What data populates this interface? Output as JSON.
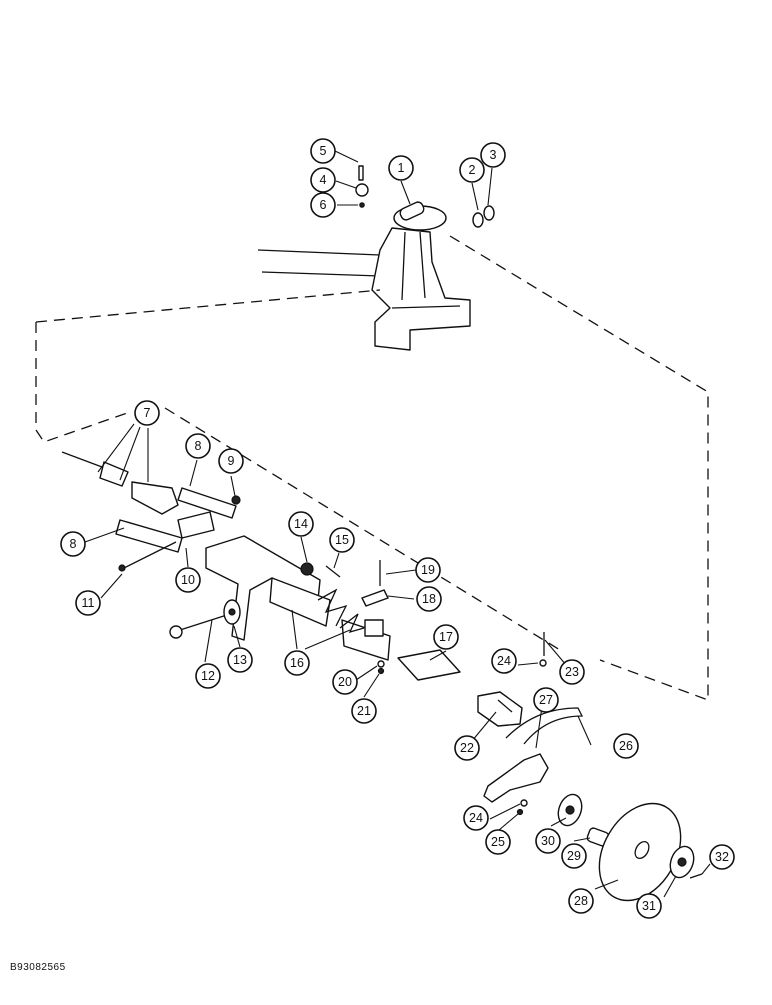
{
  "drawing_code": "B93082565",
  "callouts": [
    {
      "label": "1"
    },
    {
      "label": "2"
    },
    {
      "label": "3"
    },
    {
      "label": "4"
    },
    {
      "label": "5"
    },
    {
      "label": "6"
    },
    {
      "label": "7"
    },
    {
      "label": "8"
    },
    {
      "label": "8"
    },
    {
      "label": "9"
    },
    {
      "label": "10"
    },
    {
      "label": "11"
    },
    {
      "label": "12"
    },
    {
      "label": "13"
    },
    {
      "label": "14"
    },
    {
      "label": "15"
    },
    {
      "label": "16"
    },
    {
      "label": "17"
    },
    {
      "label": "18"
    },
    {
      "label": "19"
    },
    {
      "label": "20"
    },
    {
      "label": "21"
    },
    {
      "label": "22"
    },
    {
      "label": "23"
    },
    {
      "label": "24"
    },
    {
      "label": "24"
    },
    {
      "label": "25"
    },
    {
      "label": "26"
    },
    {
      "label": "27"
    },
    {
      "label": "28"
    },
    {
      "label": "29"
    },
    {
      "label": "30"
    },
    {
      "label": "31"
    },
    {
      "label": "32"
    }
  ]
}
